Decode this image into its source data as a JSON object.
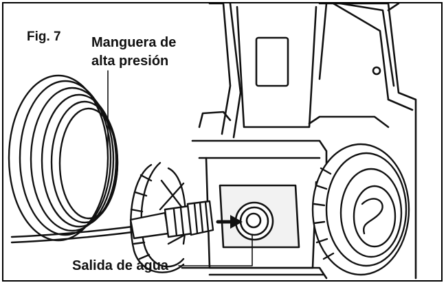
{
  "figure": {
    "fig_label": "Fig. 7",
    "hose_label_line1": "Manguera de",
    "hose_label_line2": "alta presión",
    "outlet_label": "Salida de agua"
  },
  "colors": {
    "ink": "#111111",
    "background": "#ffffff",
    "panel": "#f2f2f2"
  }
}
